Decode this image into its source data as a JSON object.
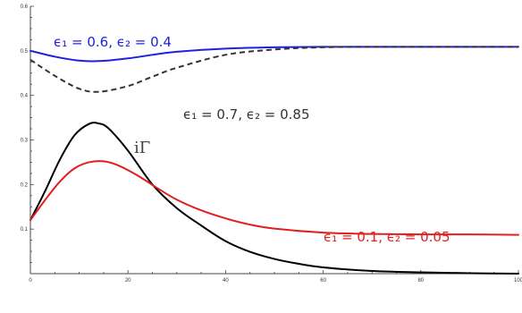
{
  "chart_data": {
    "type": "line",
    "title": "",
    "xlabel": "",
    "ylabel": "",
    "xlim": [
      0,
      100
    ],
    "ylim": [
      0,
      0.6
    ],
    "xticks": [
      "0",
      "20",
      "40",
      "60",
      "80",
      "100"
    ],
    "yticks": [
      "0.1",
      "0.2",
      "0.3",
      "0.4",
      "0.5",
      "0.6"
    ],
    "grid": false,
    "series": [
      {
        "color": "#2020e0",
        "dash": "solid",
        "x": [
          0,
          5,
          10,
          14,
          20,
          25,
          30,
          40,
          50,
          60,
          70,
          80,
          90,
          100
        ],
        "y": [
          0.5,
          0.487,
          0.478,
          0.477,
          0.483,
          0.491,
          0.498,
          0.505,
          0.508,
          0.509,
          0.509,
          0.509,
          0.509,
          0.509
        ]
      },
      {
        "color": "#333333",
        "dash": "dashed",
        "x": [
          0,
          5,
          10,
          14,
          20,
          25,
          30,
          40,
          50,
          60,
          70,
          80,
          90,
          100
        ],
        "y": [
          0.48,
          0.444,
          0.415,
          0.408,
          0.421,
          0.442,
          0.462,
          0.491,
          0.503,
          0.508,
          0.509,
          0.509,
          0.509,
          0.509
        ]
      },
      {
        "color": "#000000",
        "dash": "solid",
        "x": [
          0,
          3,
          6,
          9,
          12,
          14,
          16,
          20,
          25,
          30,
          35,
          40,
          45,
          50,
          55,
          60,
          70,
          80,
          90,
          100
        ],
        "y": [
          0.12,
          0.185,
          0.255,
          0.31,
          0.336,
          0.337,
          0.326,
          0.276,
          0.2,
          0.147,
          0.108,
          0.073,
          0.049,
          0.033,
          0.022,
          0.014,
          0.006,
          0.003,
          0.001,
          0.0
        ]
      },
      {
        "color": "#e02020",
        "dash": "solid",
        "x": [
          0,
          3,
          6,
          9,
          12,
          15,
          18,
          22,
          26,
          30,
          35,
          40,
          45,
          50,
          60,
          70,
          80,
          90,
          100
        ],
        "y": [
          0.12,
          0.165,
          0.206,
          0.236,
          0.25,
          0.252,
          0.243,
          0.22,
          0.192,
          0.166,
          0.142,
          0.124,
          0.11,
          0.101,
          0.092,
          0.089,
          0.088,
          0.088,
          0.087
        ]
      }
    ],
    "annotations": {
      "blue_label": "ϵ₁ = 0.6,  ϵ₂ = 0.4",
      "dashed_label": "ϵ₁ = 0.7,  ϵ₂ = 0.85",
      "black_label": "iΓ",
      "red_label": "ϵ₁ = 0.1,  ϵ₂ = 0.05"
    }
  }
}
